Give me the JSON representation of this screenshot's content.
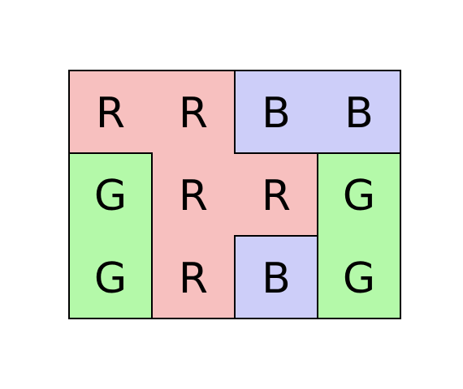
{
  "grid": {
    "rows": 3,
    "cols": 4,
    "cells": [
      [
        "R",
        "R",
        "B",
        "B"
      ],
      [
        "G",
        "R",
        "R",
        "G"
      ],
      [
        "G",
        "R",
        "B",
        "G"
      ]
    ]
  },
  "regions": [
    {
      "id": "R1",
      "letter": "R",
      "cells": [
        [
          0,
          0
        ],
        [
          0,
          1
        ],
        [
          1,
          1
        ],
        [
          1,
          2
        ],
        [
          2,
          1
        ]
      ]
    },
    {
      "id": "B1",
      "letter": "B",
      "cells": [
        [
          0,
          2
        ],
        [
          0,
          3
        ]
      ]
    },
    {
      "id": "G1",
      "letter": "G",
      "cells": [
        [
          1,
          0
        ],
        [
          2,
          0
        ]
      ]
    },
    {
      "id": "G2",
      "letter": "G",
      "cells": [
        [
          1,
          3
        ],
        [
          2,
          3
        ]
      ]
    },
    {
      "id": "B2",
      "letter": "B",
      "cells": [
        [
          2,
          2
        ]
      ]
    }
  ],
  "colors": {
    "R": "#f7c0bf",
    "G": "#b4f9a9",
    "B": "#cdcef9",
    "border": "#000000",
    "text": "#000000",
    "background": "#ffffff"
  }
}
